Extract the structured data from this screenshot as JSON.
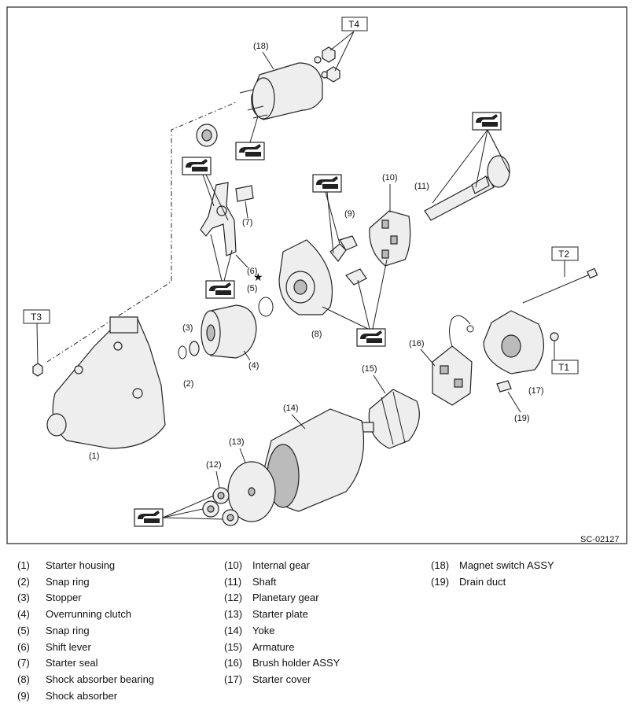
{
  "figure": {
    "code": "SC-02127",
    "torque_labels": {
      "t1": "T1",
      "t2": "T2",
      "t3": "T3",
      "t4": "T4"
    },
    "callouts": {
      "c1": "(1)",
      "c2": "(2)",
      "c3": "(3)",
      "c4": "(4)",
      "c5": "(5)",
      "c6": "(6)",
      "c7": "(7)",
      "c8": "(8)",
      "c9": "(9)",
      "c10": "(10)",
      "c11": "(11)",
      "c12": "(12)",
      "c13": "(13)",
      "c14": "(14)",
      "c15": "(15)",
      "c16": "(16)",
      "c17": "(17)",
      "c18": "(18)",
      "c19": "(19)"
    },
    "star_symbol": "★",
    "grease_icon": "grease-gun-icon"
  },
  "legend": {
    "col1": [
      {
        "num": "(1)",
        "label": "Starter housing"
      },
      {
        "num": "(2)",
        "label": "Snap ring"
      },
      {
        "num": "(3)",
        "label": "Stopper"
      },
      {
        "num": "(4)",
        "label": "Overrunning clutch"
      },
      {
        "num": "(5)",
        "label": "Snap ring"
      },
      {
        "num": "(6)",
        "label": "Shift lever"
      },
      {
        "num": "(7)",
        "label": "Starter seal"
      },
      {
        "num": "(8)",
        "label": "Shock absorber bearing"
      },
      {
        "num": "(9)",
        "label": "Shock absorber"
      }
    ],
    "col2": [
      {
        "num": "(10)",
        "label": "Internal gear"
      },
      {
        "num": "(11)",
        "label": "Shaft"
      },
      {
        "num": "(12)",
        "label": "Planetary gear"
      },
      {
        "num": "(13)",
        "label": "Starter plate"
      },
      {
        "num": "(14)",
        "label": "Yoke"
      },
      {
        "num": "(15)",
        "label": "Armature"
      },
      {
        "num": "(16)",
        "label": "Brush holder ASSY"
      },
      {
        "num": "(17)",
        "label": "Starter cover"
      }
    ],
    "col3": [
      {
        "num": "(18)",
        "label": "Magnet switch ASSY"
      },
      {
        "num": "(19)",
        "label": "Drain duct"
      }
    ]
  }
}
